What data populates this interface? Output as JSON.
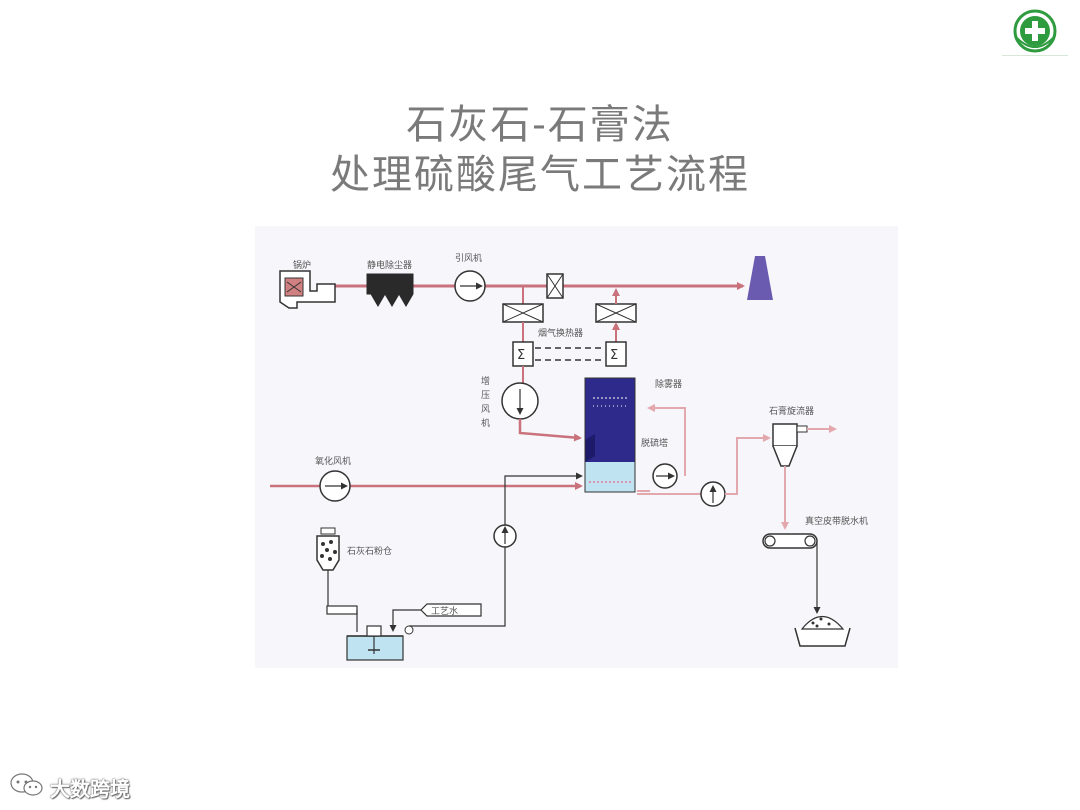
{
  "title_line1": "石灰石-石膏法",
  "title_line2": "处理硫酸尾气工艺流程",
  "labels": {
    "boiler": "锅炉",
    "esp": "静电除尘器",
    "id_fan": "引风机",
    "ggh": "烟气换热器",
    "booster_1": "增",
    "booster_2": "压",
    "booster_3": "风",
    "booster_4": "机",
    "demister": "除雾器",
    "absorber": "脱硫塔",
    "gypsum_cyclone": "石膏旋流器",
    "oxidation_fan": "氧化风机",
    "belt_filter": "真空皮带脱水机",
    "limestone_silo": "石灰石粉仓",
    "process_water": "工艺水"
  },
  "watermark": "大数跨境",
  "colors": {
    "flue_gas_line": "#c9727c",
    "flue_gas_light": "#e3a8ae",
    "stack": "#6b5bb0",
    "absorber_body": "#2e2a8c",
    "slurry": "#bfe3f0",
    "title": "#7a7a7a",
    "logo_green": "#2e9b3e"
  },
  "icons": {
    "logo": "green-cross-emblem-icon",
    "watermark_logo": "wechat-bubbles-icon"
  }
}
